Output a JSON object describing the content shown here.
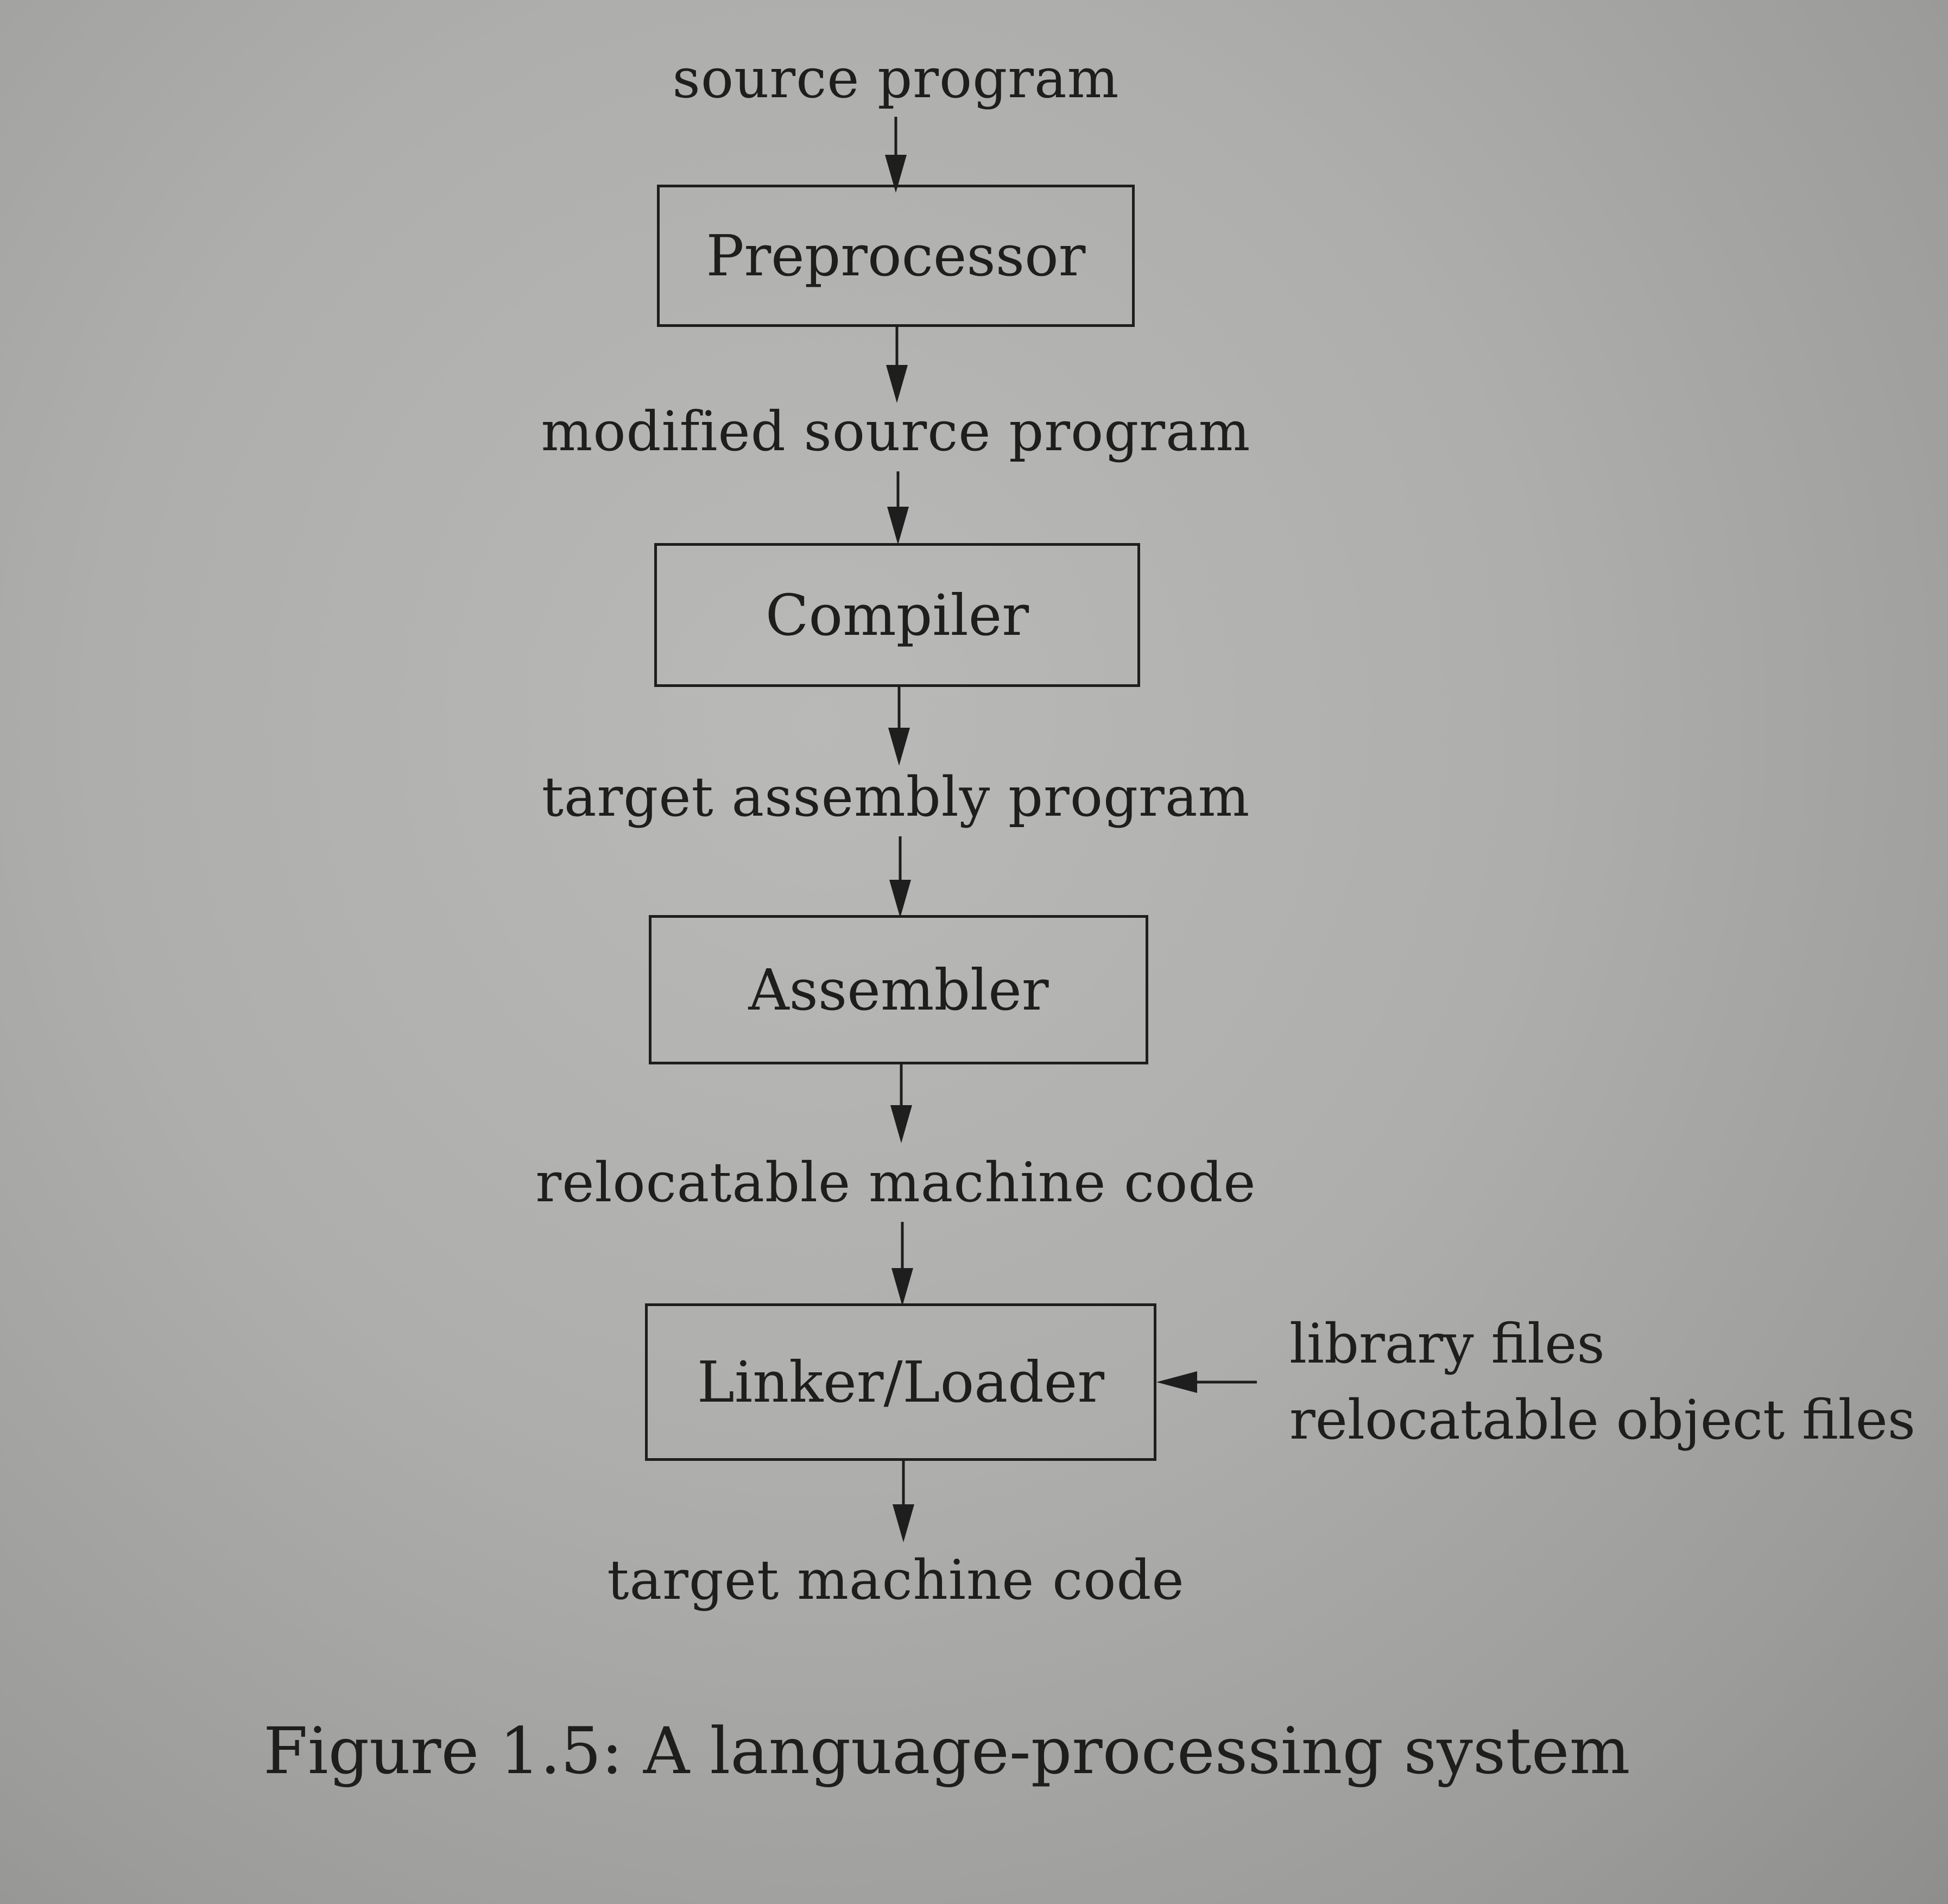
{
  "flow": {
    "input_label": "source program",
    "stage1": "Preprocessor",
    "mid1_label": "modified source program",
    "stage2": "Compiler",
    "mid2_label": "target assembly program",
    "stage3": "Assembler",
    "mid3_label": "relocatable machine code",
    "stage4": "Linker/Loader",
    "output_label": "target machine code"
  },
  "side_inputs": {
    "line1": "library files",
    "line2": "relocatable object files"
  },
  "caption": "Figure 1.5: A language-processing system"
}
